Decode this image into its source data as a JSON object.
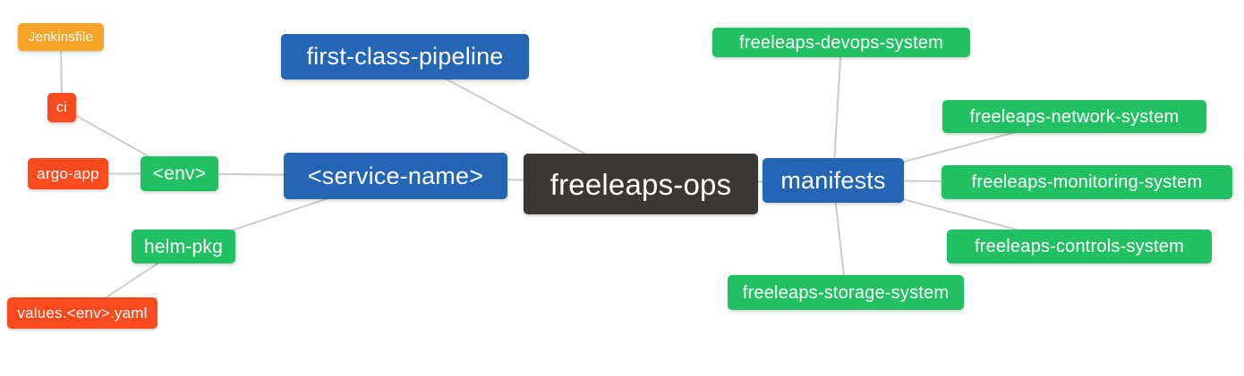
{
  "diagram": {
    "background_color": "#ffffff",
    "line_color": "#cccccc",
    "palette": {
      "blue": "#2566b4",
      "green": "#21c063",
      "red": "#fb4a1e",
      "orange": "#f7a428",
      "dark": "#3b3734"
    },
    "nodes": {
      "jenkinsfile": {
        "label": "Jenkinsfile",
        "color": "orange"
      },
      "ci": {
        "label": "ci",
        "color": "red"
      },
      "argo-app": {
        "label": "argo-app",
        "color": "red"
      },
      "env": {
        "label": "<env>",
        "color": "green"
      },
      "helm-pkg": {
        "label": "helm-pkg",
        "color": "green"
      },
      "values-env-yaml": {
        "label": "values.<env>.yaml",
        "color": "red"
      },
      "first-class-pipeline": {
        "label": "first-class-pipeline",
        "color": "blue"
      },
      "service-name": {
        "label": "<service-name>",
        "color": "blue"
      },
      "freeleaps-ops": {
        "label": "freeleaps-ops",
        "color": "dark"
      },
      "manifests": {
        "label": "manifests",
        "color": "blue"
      },
      "devops-system": {
        "label": "freeleaps-devops-system",
        "color": "green"
      },
      "network-system": {
        "label": "freeleaps-network-system",
        "color": "green"
      },
      "monitoring-system": {
        "label": "freeleaps-monitoring-system",
        "color": "green"
      },
      "controls-system": {
        "label": "freeleaps-controls-system",
        "color": "green"
      },
      "storage-system": {
        "label": "freeleaps-storage-system",
        "color": "green"
      }
    },
    "edges": [
      {
        "from": "jenkinsfile",
        "to": "ci"
      },
      {
        "from": "ci",
        "to": "env"
      },
      {
        "from": "argo-app",
        "to": "env"
      },
      {
        "from": "env",
        "to": "service-name"
      },
      {
        "from": "helm-pkg",
        "to": "service-name"
      },
      {
        "from": "values-env-yaml",
        "to": "helm-pkg"
      },
      {
        "from": "first-class-pipeline",
        "to": "freeleaps-ops"
      },
      {
        "from": "service-name",
        "to": "freeleaps-ops"
      },
      {
        "from": "freeleaps-ops",
        "to": "manifests"
      },
      {
        "from": "manifests",
        "to": "devops-system"
      },
      {
        "from": "manifests",
        "to": "network-system"
      },
      {
        "from": "manifests",
        "to": "monitoring-system"
      },
      {
        "from": "manifests",
        "to": "controls-system"
      },
      {
        "from": "manifests",
        "to": "storage-system"
      }
    ]
  }
}
